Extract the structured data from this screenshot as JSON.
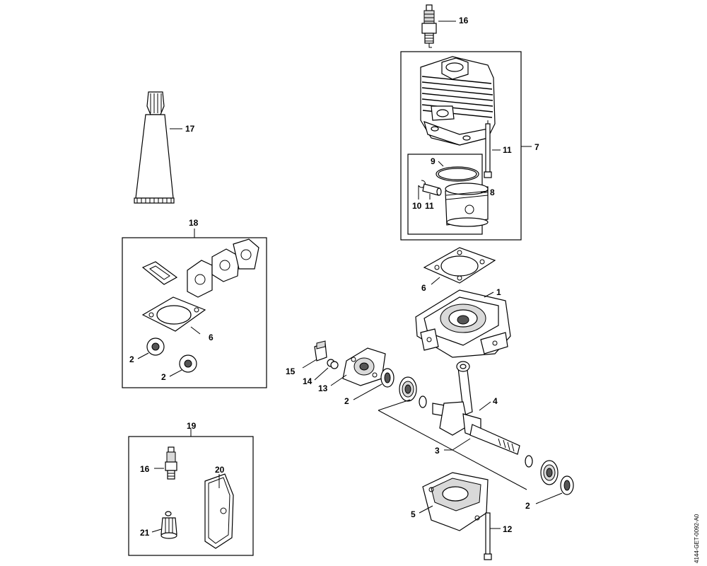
{
  "diagram": {
    "callouts": {
      "c1": "1",
      "c2a": "2",
      "c2b": "2",
      "c2c": "2",
      "c2d": "2",
      "c3": "3",
      "c4": "4",
      "c5": "5",
      "c6a": "6",
      "c6b": "6",
      "c7": "7",
      "c8": "8",
      "c9": "9",
      "c10": "10",
      "c11a": "11",
      "c11b": "11",
      "c12": "12",
      "c13": "13",
      "c14": "14",
      "c15": "15",
      "c16a": "16",
      "c16b": "16",
      "c17": "17",
      "c18": "18",
      "c19": "19",
      "c20": "20",
      "c21": "21"
    },
    "reference_code": "4144-GET-0092-A0"
  }
}
